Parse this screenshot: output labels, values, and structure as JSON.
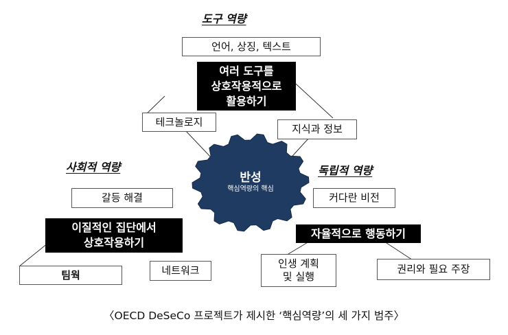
{
  "tool": {
    "heading": "도구 역량",
    "top_box": "언어, 상징, 텍스트",
    "main_box": "여러 도구를\n상호작용적으로\n활용하기",
    "left_box": "테크놀로지",
    "right_box": "지식과 정보"
  },
  "center": {
    "title": "반성",
    "subtitle": "핵심역량의 핵심",
    "gear_color": "#1f3b61"
  },
  "social": {
    "heading": "사회적 역량",
    "top_box": "갈등 해결",
    "main_box": "이질적인 집단에서\n상호작용하기",
    "left_box": "팀웍",
    "right_box": "네트워크"
  },
  "autonomy": {
    "heading": "독립적 역량",
    "top_box": "커다란 비전",
    "main_box": "자율적으로 행동하기",
    "left_box": "인생 계획\n및 실행",
    "right_box": "권리와 필요 주장"
  },
  "caption": "〈OECD DeSeCo 프로젝트가 제시한 ‘핵심역량’의 세 가지 범주〉"
}
